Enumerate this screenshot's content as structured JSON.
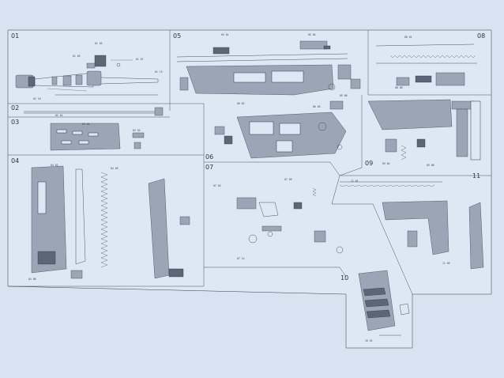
{
  "sections": [
    {
      "id": "s01",
      "label": "01"
    },
    {
      "id": "s02",
      "label": "02"
    },
    {
      "id": "s03",
      "label": "03"
    },
    {
      "id": "s04",
      "label": "04"
    },
    {
      "id": "s05",
      "label": "05"
    },
    {
      "id": "s06",
      "label": "06"
    },
    {
      "id": "s07",
      "label": "07"
    },
    {
      "id": "s08",
      "label": "08"
    },
    {
      "id": "s09",
      "label": "09"
    },
    {
      "id": "s10",
      "label": "10"
    },
    {
      "id": "s11",
      "label": "11"
    }
  ],
  "colors": {
    "background": "#d7e3f1",
    "sheet": "#dde8f5",
    "ink": "#35414f"
  }
}
